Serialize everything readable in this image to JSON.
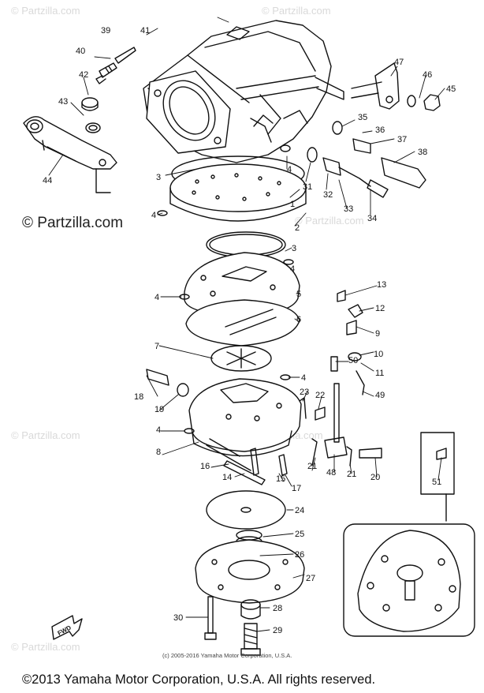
{
  "watermarks": {
    "main": "© Partzilla.com",
    "faint": "© Partzilla.com"
  },
  "copyright_small": "(c) 2005-2016 Yamaha Motor Corporation, U.S.A.",
  "copyright_main": "©2013 Yamaha Motor Corporation, U.S.A. All rights reserved.",
  "fwd_label": "FWD",
  "callouts": [
    "1",
    "2",
    "3",
    "3",
    "4",
    "4",
    "4",
    "4",
    "4",
    "4",
    "4",
    "5",
    "6",
    "7",
    "8",
    "9",
    "10",
    "11",
    "12",
    "13",
    "14",
    "15",
    "16",
    "17",
    "18",
    "19",
    "20",
    "21",
    "21",
    "22",
    "23",
    "24",
    "25",
    "26",
    "27",
    "28",
    "29",
    "30",
    "31",
    "32",
    "33",
    "34",
    "35",
    "36",
    "37",
    "38",
    "39",
    "40",
    "41",
    "42",
    "43",
    "44",
    "45",
    "46",
    "47",
    "48",
    "49",
    "50",
    "51"
  ]
}
